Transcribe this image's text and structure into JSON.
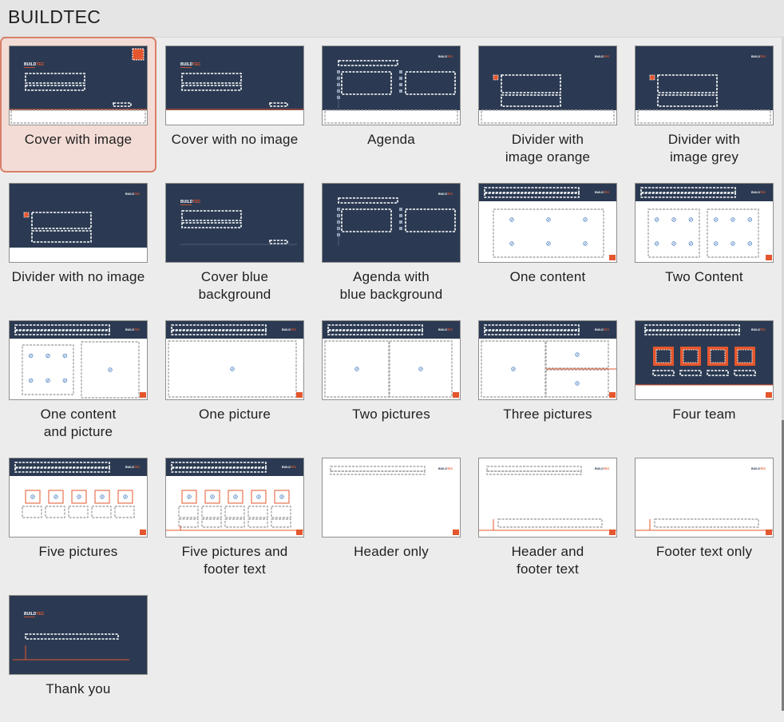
{
  "window": {
    "title": "BUILDTEC"
  },
  "thumbnail": {
    "logo_prefix": "BUILD",
    "logo_accent": "TEC"
  },
  "colors": {
    "navy": "#2b3a52",
    "orange": "#e4572e",
    "selection": "#f3dcd5",
    "selection_border": "#d97f6b"
  },
  "layouts": [
    {
      "label": "Cover with image",
      "kind": "cover-image",
      "selected": true
    },
    {
      "label": "Cover with no image",
      "kind": "cover-noimage"
    },
    {
      "label": "Agenda",
      "kind": "agenda"
    },
    {
      "label": "Divider with\nimage orange",
      "kind": "divider-orange"
    },
    {
      "label": "Divider with\nimage grey",
      "kind": "divider-grey"
    },
    {
      "label": "Divider with no image",
      "kind": "divider-noimage"
    },
    {
      "label": "Cover blue\nbackground",
      "kind": "cover-blue"
    },
    {
      "label": "Agenda with\nblue background",
      "kind": "agenda-blue"
    },
    {
      "label": "One content",
      "kind": "one-content"
    },
    {
      "label": "Two Content",
      "kind": "two-content"
    },
    {
      "label": "One content\nand picture",
      "kind": "content-picture"
    },
    {
      "label": "One picture",
      "kind": "one-picture"
    },
    {
      "label": "Two pictures",
      "kind": "two-pictures"
    },
    {
      "label": "Three pictures",
      "kind": "three-pictures"
    },
    {
      "label": "Four team",
      "kind": "four-team"
    },
    {
      "label": "Five pictures",
      "kind": "five-pictures"
    },
    {
      "label": "Five pictures and\nfooter text",
      "kind": "five-pictures-footer"
    },
    {
      "label": "Header only",
      "kind": "header-only"
    },
    {
      "label": "Header and\nfooter text",
      "kind": "header-footer"
    },
    {
      "label": "Footer text only",
      "kind": "footer-only"
    },
    {
      "label": "Thank you",
      "kind": "thank-you"
    }
  ]
}
